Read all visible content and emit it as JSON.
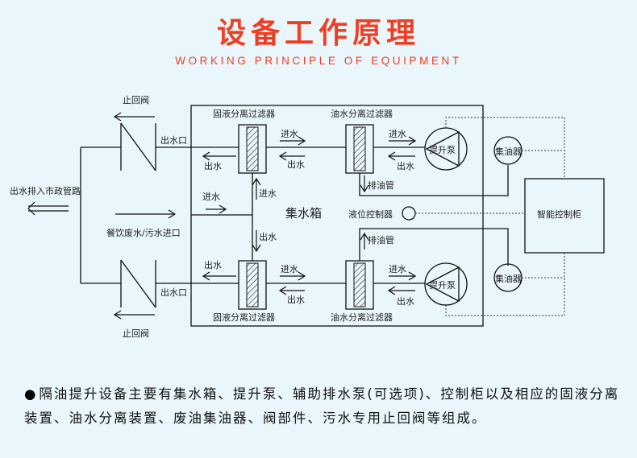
{
  "header": {
    "title": "设备工作原理",
    "subtitle": "WORKING PRINCIPLE OF EQUIPMENT"
  },
  "diagram": {
    "check_valve": "止回阀",
    "outlet": "出水口",
    "municipal_outlet": "出水排入市政管路",
    "inlet_main": "餐饮废水/污水进口",
    "collection_tank": "集水箱",
    "solid_liquid_filter": "固液分离过滤器",
    "oil_water_filter": "油水分离过滤器",
    "water_in": "进水",
    "water_out": "出水",
    "oil_drain_pipe": "排油管",
    "lift_pump": "提升泵",
    "oil_collector": "集油器",
    "level_controller": "液位控制器",
    "smart_control_cabinet": "智能控制柜"
  },
  "description": {
    "bullet": "●",
    "text": "隔油提升设备主要有集水箱、提升泵、辅助排水泵(可选项)、控制柜以及相应的固液分离装置、油水分离装置、废油集油器、阀部件、污水专用止回阀等组成。"
  }
}
